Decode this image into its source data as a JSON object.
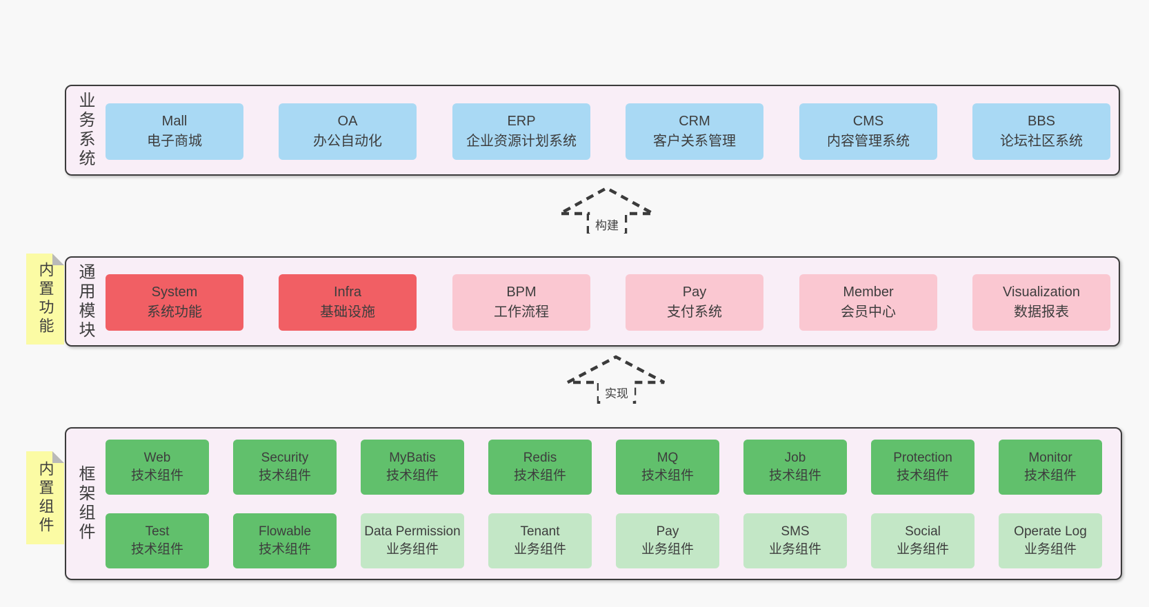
{
  "diagram": {
    "colors": {
      "background": "#f8f8f8",
      "section_fill": "#f9eef7",
      "border": "#3b3b3b",
      "blue": "#a9d9f4",
      "red": "#f15f64",
      "pink": "#fac7d1",
      "green": "#61c06c",
      "light_green": "#c3e7c6",
      "sticky_yellow": "#fbfba4",
      "fold_gray": "#b9b9b9",
      "text": "#3d3d3d"
    },
    "sections": [
      {
        "label": "业务系统",
        "boxes": [
          {
            "title": "Mall",
            "subtitle": "电子商城"
          },
          {
            "title": "OA",
            "subtitle": "办公自动化"
          },
          {
            "title": "ERP",
            "subtitle": "企业资源计划系统"
          },
          {
            "title": "CRM",
            "subtitle": "客户关系管理"
          },
          {
            "title": "CMS",
            "subtitle": "内容管理系统"
          },
          {
            "title": "BBS",
            "subtitle": "论坛社区系统"
          }
        ]
      },
      {
        "label": "通用模块",
        "sticky": "内置功能",
        "boxes": [
          {
            "title": "System",
            "subtitle": "系统功能"
          },
          {
            "title": "Infra",
            "subtitle": "基础设施"
          },
          {
            "title": "BPM",
            "subtitle": "工作流程"
          },
          {
            "title": "Pay",
            "subtitle": "支付系统"
          },
          {
            "title": "Member",
            "subtitle": "会员中心"
          },
          {
            "title": "Visualization",
            "subtitle": "数据报表"
          }
        ]
      },
      {
        "label": "框架组件",
        "sticky": "内置组件",
        "rows": [
          [
            {
              "title": "Web",
              "subtitle": "技术组件"
            },
            {
              "title": "Security",
              "subtitle": "技术组件"
            },
            {
              "title": "MyBatis",
              "subtitle": "技术组件"
            },
            {
              "title": "Redis",
              "subtitle": "技术组件"
            },
            {
              "title": "MQ",
              "subtitle": "技术组件"
            },
            {
              "title": "Job",
              "subtitle": "技术组件"
            },
            {
              "title": "Protection",
              "subtitle": "技术组件"
            },
            {
              "title": "Monitor",
              "subtitle": "技术组件"
            }
          ],
          [
            {
              "title": "Test",
              "subtitle": "技术组件"
            },
            {
              "title": "Flowable",
              "subtitle": "技术组件"
            },
            {
              "title": "Data Permission",
              "subtitle": "业务组件"
            },
            {
              "title": "Tenant",
              "subtitle": "业务组件"
            },
            {
              "title": "Pay",
              "subtitle": "业务组件"
            },
            {
              "title": "SMS",
              "subtitle": "业务组件"
            },
            {
              "title": "Social",
              "subtitle": "业务组件"
            },
            {
              "title": "Operate Log",
              "subtitle": "业务组件"
            }
          ]
        ]
      }
    ],
    "arrows": [
      {
        "label": "构建"
      },
      {
        "label": "实现"
      }
    ]
  }
}
